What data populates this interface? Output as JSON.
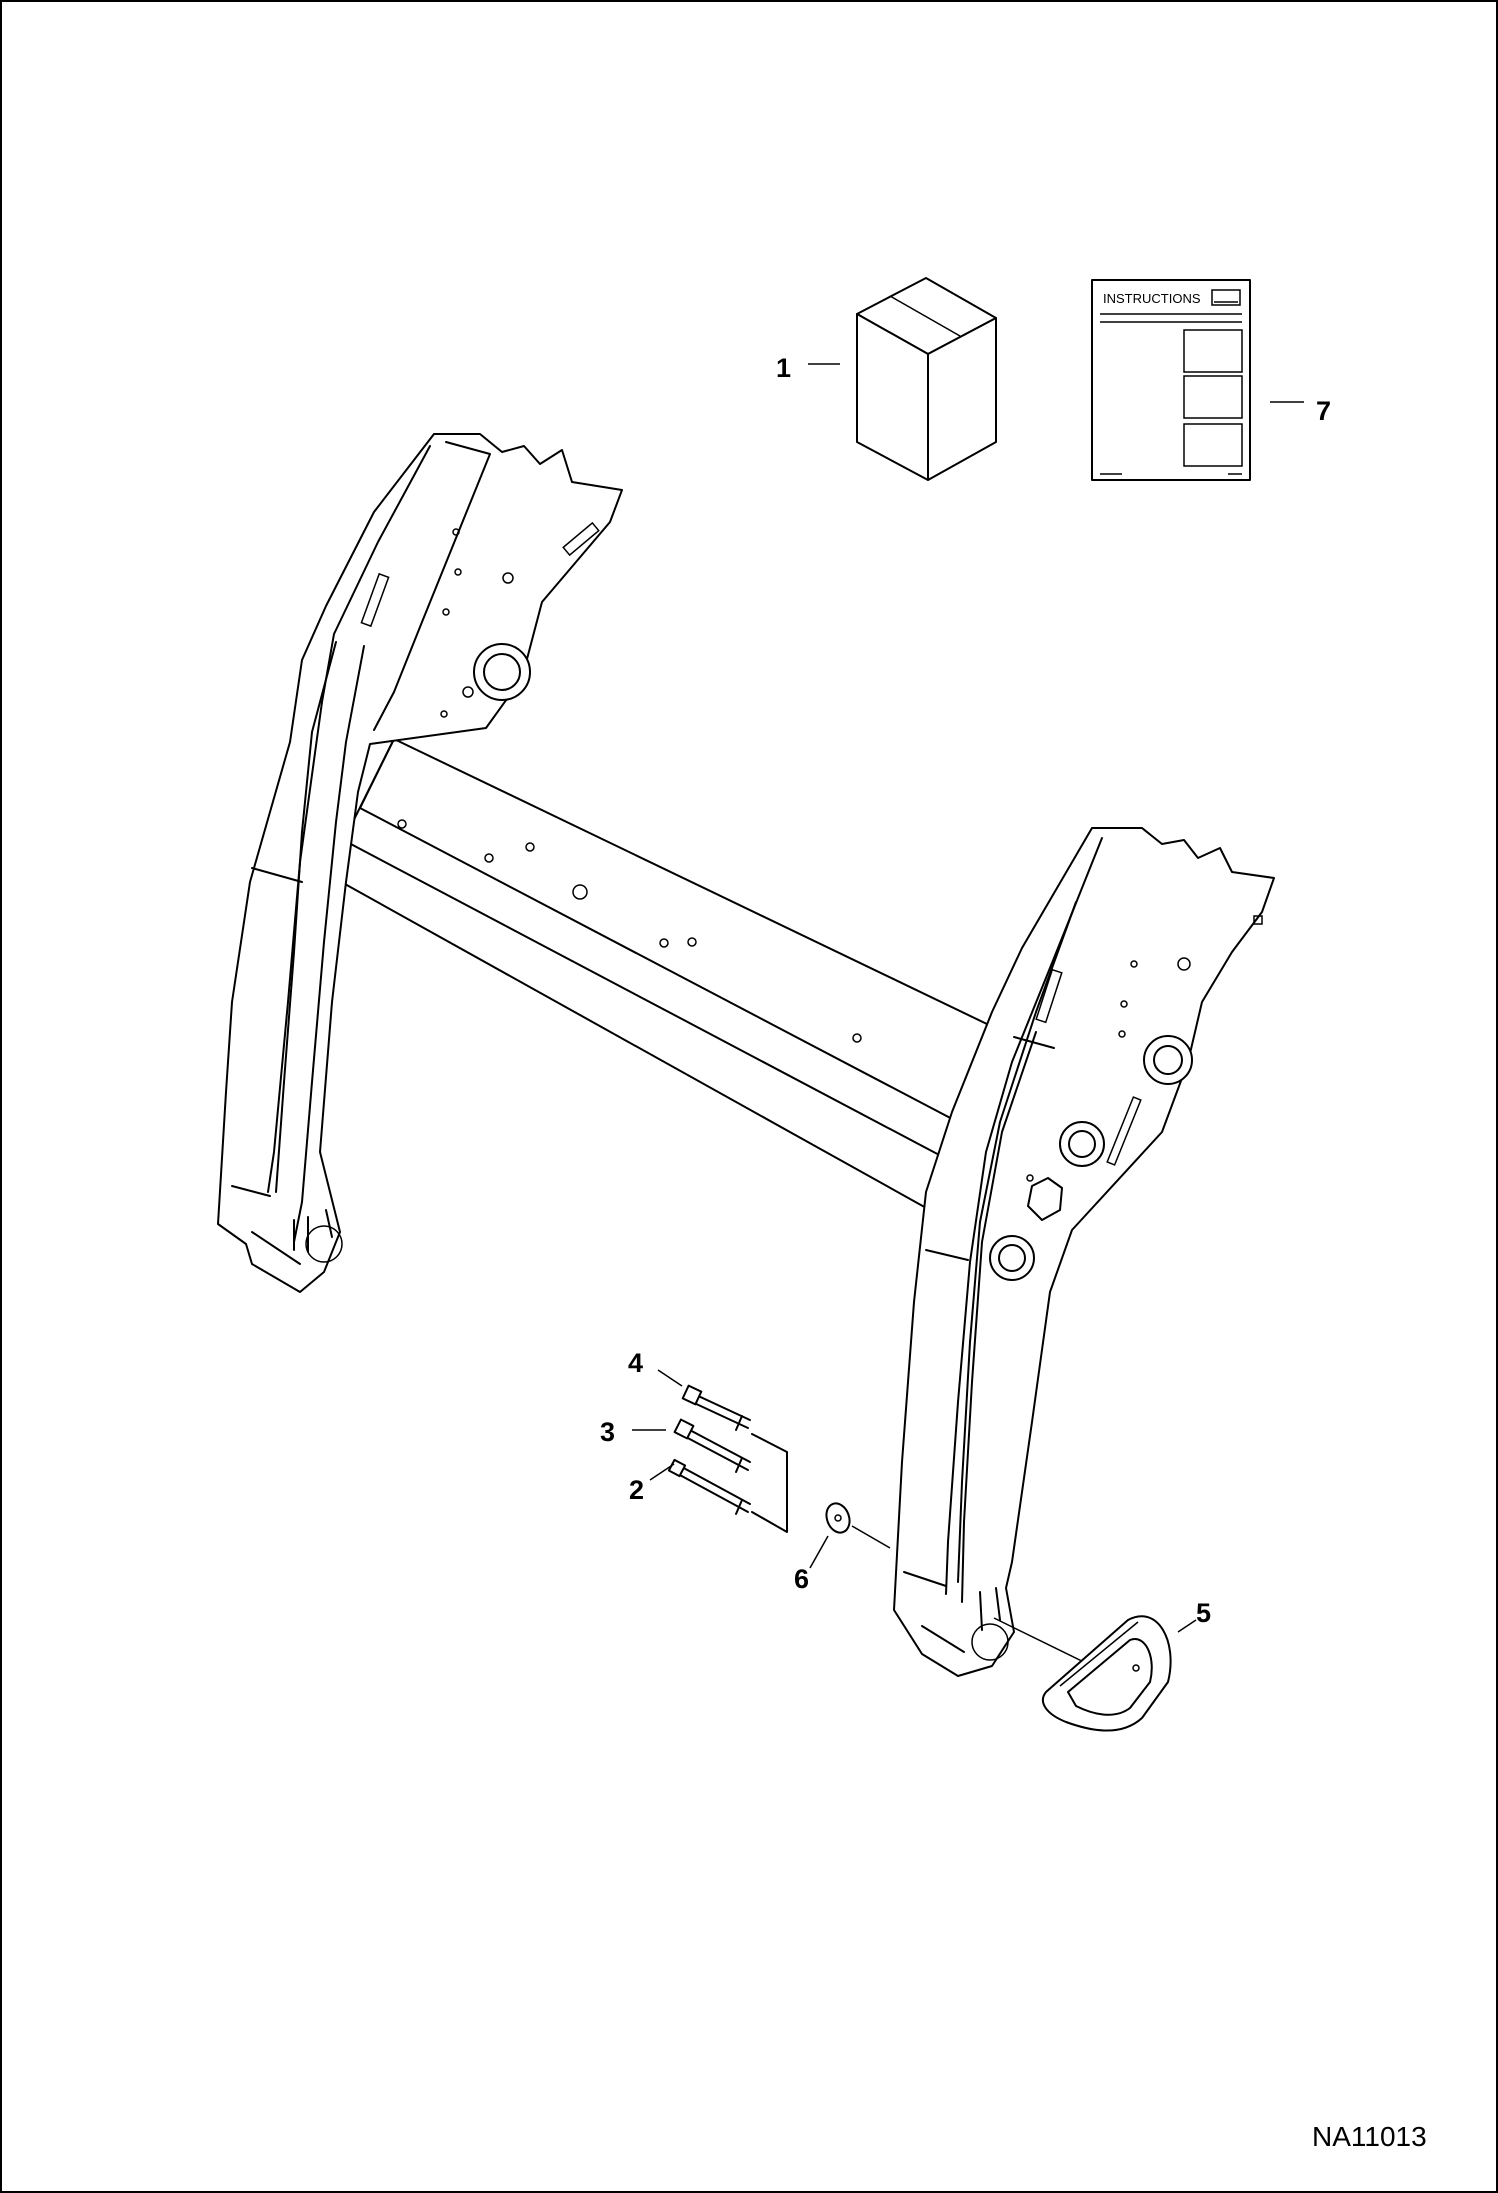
{
  "diagram": {
    "figure_id": "NA11013",
    "callouts": [
      {
        "number": "1",
        "part": "parts-box"
      },
      {
        "number": "2",
        "part": "bolt"
      },
      {
        "number": "3",
        "part": "bolt"
      },
      {
        "number": "4",
        "part": "bolt"
      },
      {
        "number": "5",
        "part": "d-ring-handle"
      },
      {
        "number": "6",
        "part": "washer"
      },
      {
        "number": "7",
        "part": "instructions-sheet"
      }
    ],
    "instructions_label": "INSTRUCTIONS"
  },
  "colors": {
    "line": "#000000",
    "background": "#ffffff"
  }
}
